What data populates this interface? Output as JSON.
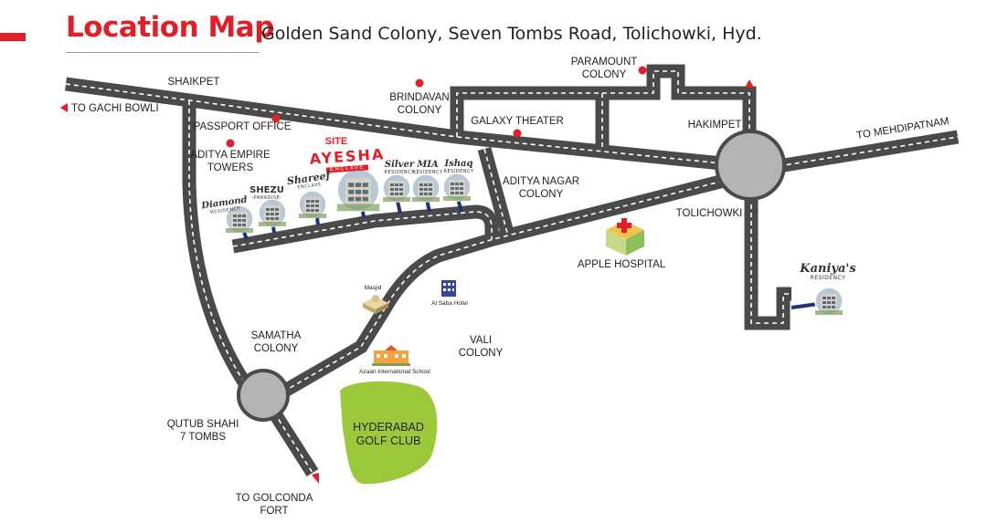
{
  "header": {
    "title": "Location Map",
    "subtitle": "Golden Sand Colony, Seven Tombs Road, Tolichowki, Hyd."
  },
  "labels": {
    "shaikpet": "SHAIKPET",
    "to_gachi_bowli": "TO GACHI BOWLI",
    "passport_office": "PASSPORT OFFICE",
    "aditya_empire_towers": "ADITYA EMPIRE\nTOWERS",
    "brindavan_colony": "BRINDAVAN\nCOLONY",
    "paramount_colony": "PARAMOUNT\nCOLONY",
    "galaxy_theater": "GALAXY THEATER",
    "hakimpet": "HAKIMPET",
    "to_mehdipatnam": "TO MEHDIPATNAM",
    "aditya_nagar_colony": "ADITYA NAGAR\nCOLONY",
    "tolichowki": "TOLICHOWKI",
    "apple_hospital": "APPLE HOSPITAL",
    "masjid": "Masjid",
    "al_saba_hotel": "Al Saba Hotel",
    "vali_colony": "VALI\nCOLONY",
    "samatha_colony": "SAMATHA\nCOLONY",
    "azaan_school": "Azaan International School",
    "qutub_shahi": "QUTUB SHAHI\n7 TOMBS",
    "golf_club": "HYDERABAD\nGOLF CLUB",
    "to_golconda_fort": "TO GOLCONDA\nFORT"
  },
  "site": {
    "marker": "SITE",
    "name": "AYESHA",
    "subname": "ENCLAVE"
  },
  "projects": {
    "diamond": {
      "name": "Diamond",
      "sub": "RESIDENCY"
    },
    "shezu": {
      "name": "SHEZU",
      "sub": "-PARADISE-"
    },
    "shareef": {
      "name": "Shareef",
      "sub": "ENCLAVE"
    },
    "silver": {
      "name": "Silver",
      "sub": "RESIDENCY"
    },
    "mia": {
      "name": "MIA",
      "sub": "RESIDENCY"
    },
    "ishaq": {
      "name": "Ishaq",
      "sub": "RESIDENCY"
    },
    "kaniya": {
      "name": "Kaniya's",
      "sub": "RESIDENCY"
    }
  },
  "colors": {
    "accent": "#e41e26",
    "road": "#4a4a4a",
    "lane_mark": "#ffffff",
    "roundabout": "#b4b4b4",
    "golf_green": "#9cc93a",
    "connector_blue": "#21307f"
  },
  "icons": [
    "location-dot-icon",
    "direction-arrow-icon",
    "hospital-icon",
    "mosque-icon",
    "hotel-icon",
    "school-icon",
    "building-icon"
  ]
}
